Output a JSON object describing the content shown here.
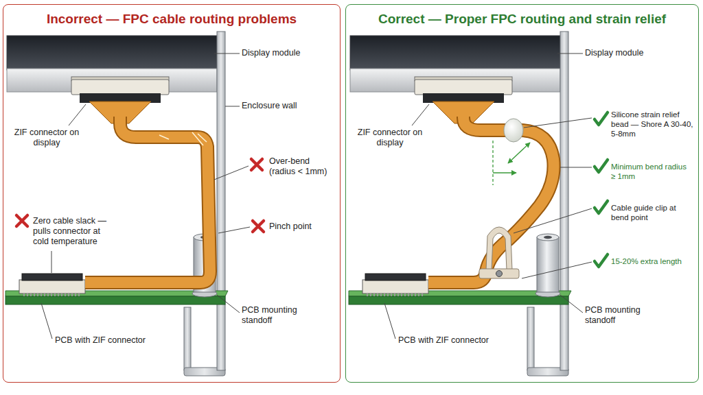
{
  "diagram": {
    "nodes": [
      {
        "text": [
          "Incorrect — FPC cable routing problems"
        ]
      },
      {
        "text": [
          "Correct — Proper FPC routing and strain relief"
        ]
      }
    ],
    "labels": [
      "Display module",
      "Enclosure wall",
      "ZIF connector on display",
      "Over-bend (radius < 1mm)",
      "Zero cable slack — pulls connector at cold temperature",
      "Pinch point",
      "PCB mounting standoff",
      "PCB with ZIF connector",
      "Display module",
      "ZIF connector on display",
      "Silicone strain relief bead — Shore A 30-40, 5-8mm",
      "Minimum bend radius ≥ 1mm",
      "Cable guide clip at bend point",
      "15-20% extra length",
      "PCB mounting standoff",
      "PCB with ZIF connector"
    ]
  }
}
